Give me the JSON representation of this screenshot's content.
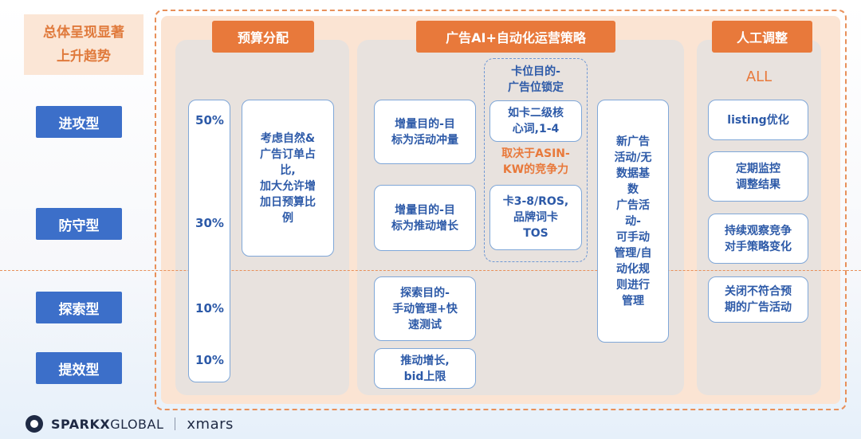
{
  "slogan": "总体呈现显著\n上升趋势",
  "side_labels": [
    "进攻型",
    "防守型",
    "探索型",
    "提效型"
  ],
  "headers": {
    "budget": "预算分配",
    "ai": "广告AI+自动化运营策略",
    "manual": "人工调整"
  },
  "budget": {
    "percents": [
      "50%",
      "30%",
      "10%",
      "10%"
    ],
    "note": "考虑自然&\n广告订单占\n比,\n加大允许增\n加日预算比\n例"
  },
  "ai": {
    "incr_1": "增量目的-目\n标为活动冲量",
    "incr_2": "增量目的-目\n标为推动增长",
    "explore": "探索目的-\n手动管理+快\n速测试",
    "efficiency": "推动增长,\nbid上限",
    "position_title": "卡位目的-\n广告位锁定",
    "position_card1": "如卡二级核\n心词,1-4",
    "position_note": "取决于ASIN-\nKW的竞争力",
    "position_card2": "卡3-8/ROS,\n品牌词卡\nTOS",
    "new_ads": "新广告\n活动/无\n数据基\n数\n广告活\n动-\n可手动\n管理/自\n动化规\n则进行\n管理"
  },
  "manual": {
    "all_label": "ALL",
    "items": [
      "listing优化",
      "定期监控\n调整结果",
      "持续观察竞争\n对手策略变化",
      "关闭不符合预\n期的广告活动"
    ]
  },
  "footer": {
    "brand_a": "SPARKX",
    "brand_b": "GLOBAL",
    "brand_c": "xmars"
  },
  "colors": {
    "accent_orange": "#e8793b",
    "accent_blue": "#3c6fc9",
    "text_blue": "#2d5aa8"
  }
}
